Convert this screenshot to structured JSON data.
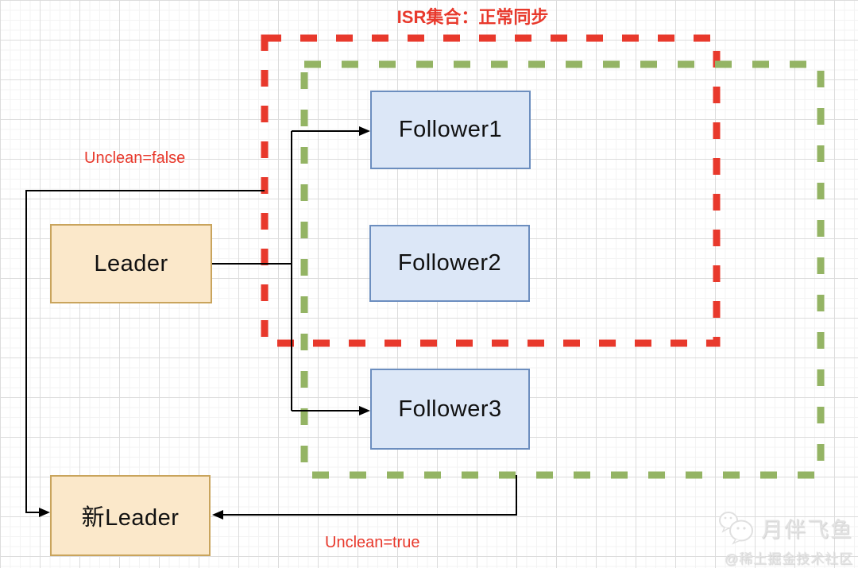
{
  "diagram": {
    "title": "ISR集合：正常同步",
    "nodes": {
      "leader": "Leader",
      "follower1": "Follower1",
      "follower2": "Follower2",
      "follower3": "Follower3",
      "new_leader": "新Leader"
    },
    "annotations": {
      "unclean_false": "Unclean=false",
      "unclean_true": "Unclean=true"
    },
    "edges": [
      {
        "from": "leader",
        "to": "follower1"
      },
      {
        "from": "leader",
        "to": "follower3"
      },
      {
        "from": "isr-set-boundary",
        "to": "new_leader",
        "annotation": "unclean_false"
      },
      {
        "from": "replica-set-boundary",
        "to": "new_leader",
        "annotation": "unclean_true"
      }
    ],
    "boundaries": {
      "isr_set": {
        "style": "dashed",
        "color": "#e8392c"
      },
      "replica_set": {
        "style": "dashed",
        "color": "#94b464"
      }
    },
    "colors": {
      "red": "#e8392c",
      "green": "#94b464",
      "tan_fill": "#fbe8ca",
      "tan_border": "#c9a45c",
      "blue_fill": "#dce7f7",
      "blue_border": "#6c8ebf",
      "connector": "#000000"
    }
  },
  "watermark": {
    "brand": "月伴飞鱼",
    "community": "@稀土掘金技术社区"
  }
}
